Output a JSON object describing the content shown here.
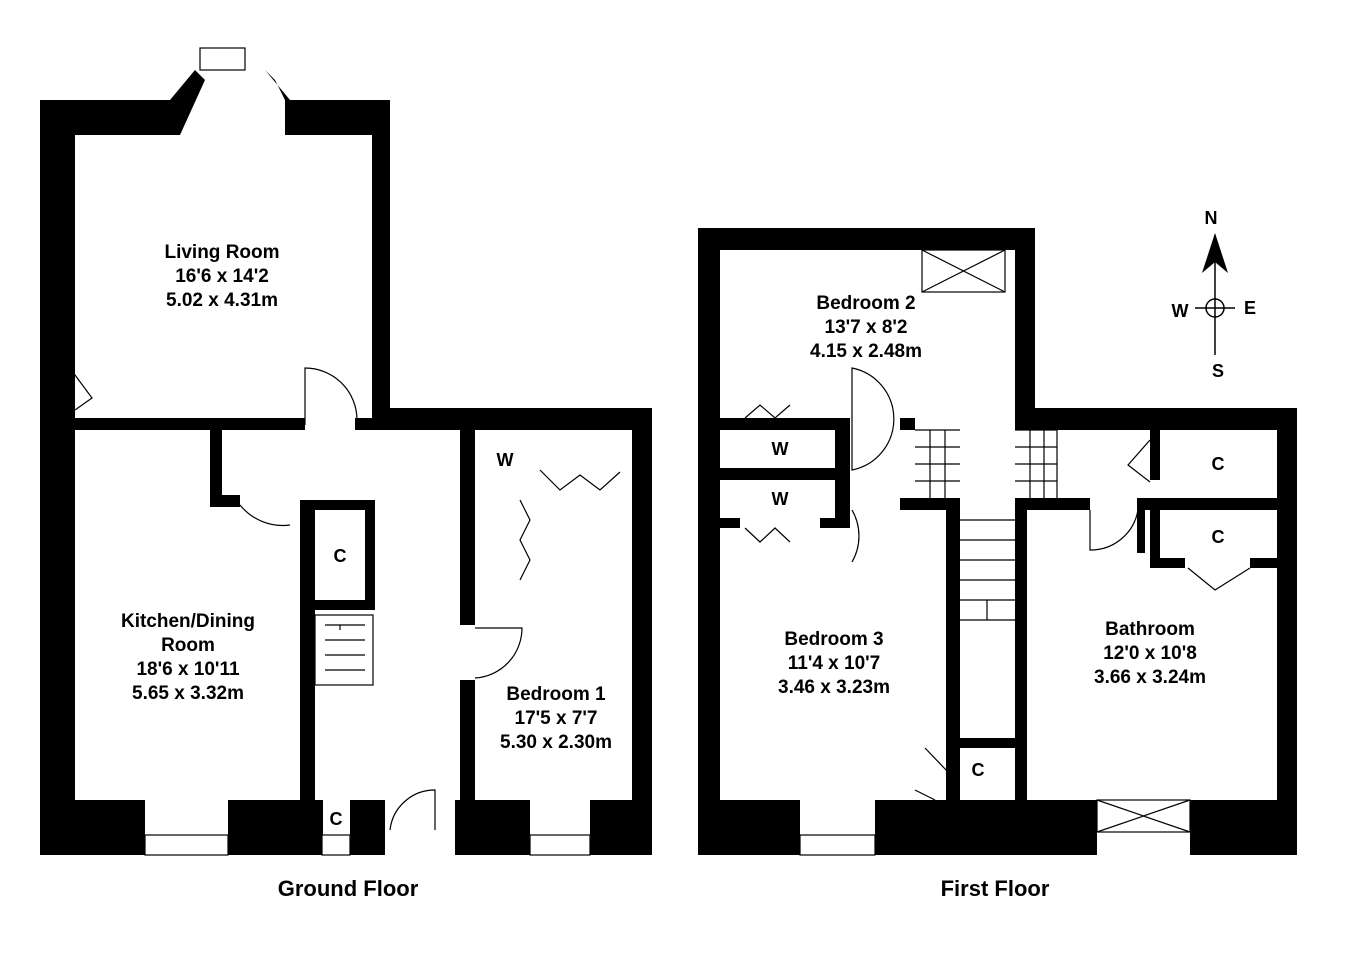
{
  "ground_floor": {
    "title": "Ground Floor",
    "rooms": [
      {
        "name": "Living Room",
        "imperial": "16'6 x 14'2",
        "metric": "5.02 x 4.31m"
      },
      {
        "name": "Kitchen/Dining",
        "name2": "Room",
        "imperial": "18'6 x 10'11",
        "metric": "5.65 x 3.32m"
      },
      {
        "name": "Bedroom 1",
        "imperial": "17'5 x 7'7",
        "metric": "5.30 x 2.30m"
      }
    ],
    "labels": {
      "cupboard": "C",
      "wardrobe": "W"
    }
  },
  "first_floor": {
    "title": "First Floor",
    "rooms": [
      {
        "name": "Bedroom 2",
        "imperial": "13'7 x 8'2",
        "metric": "4.15 x 2.48m"
      },
      {
        "name": "Bedroom 3",
        "imperial": "11'4 x 10'7",
        "metric": "3.46 x 3.23m"
      },
      {
        "name": "Bathroom",
        "imperial": "12'0 x 10'8",
        "metric": "3.66 x 3.24m"
      }
    ],
    "labels": {
      "cupboard": "C",
      "wardrobe": "W"
    }
  },
  "compass": {
    "n": "N",
    "s": "S",
    "e": "E",
    "w": "W"
  }
}
